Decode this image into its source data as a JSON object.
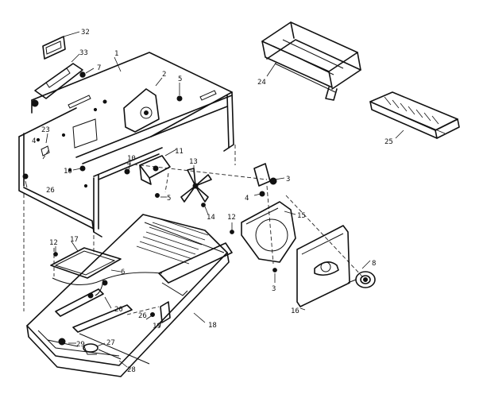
{
  "diagram": {
    "callouts": [
      {
        "id": "c32",
        "label": "32"
      },
      {
        "id": "c33",
        "label": "33"
      },
      {
        "id": "c7",
        "label": "7"
      },
      {
        "id": "c1",
        "label": "1"
      },
      {
        "id": "c2",
        "label": "2"
      },
      {
        "id": "c5a",
        "label": "5"
      },
      {
        "id": "c24",
        "label": "24"
      },
      {
        "id": "c25",
        "label": "25"
      },
      {
        "id": "c23",
        "label": "23"
      },
      {
        "id": "c4a",
        "label": "4"
      },
      {
        "id": "c10a",
        "label": "10"
      },
      {
        "id": "c10b",
        "label": "10"
      },
      {
        "id": "c11",
        "label": "11"
      },
      {
        "id": "c13",
        "label": "13"
      },
      {
        "id": "c3a",
        "label": "3"
      },
      {
        "id": "c4b",
        "label": "4"
      },
      {
        "id": "c26a",
        "label": "26"
      },
      {
        "id": "c5b",
        "label": "5"
      },
      {
        "id": "c14",
        "label": "14"
      },
      {
        "id": "c12a",
        "label": "12"
      },
      {
        "id": "c15",
        "label": "15"
      },
      {
        "id": "c12b",
        "label": "12"
      },
      {
        "id": "c17",
        "label": "17"
      },
      {
        "id": "c6",
        "label": "6"
      },
      {
        "id": "c3b",
        "label": "3"
      },
      {
        "id": "c8",
        "label": "8"
      },
      {
        "id": "c20",
        "label": "20"
      },
      {
        "id": "c26b",
        "label": "26"
      },
      {
        "id": "c16",
        "label": "16"
      },
      {
        "id": "c19",
        "label": "19"
      },
      {
        "id": "c18",
        "label": "18"
      },
      {
        "id": "c29",
        "label": "29"
      },
      {
        "id": "c27",
        "label": "27"
      },
      {
        "id": "c28",
        "label": "28"
      }
    ]
  }
}
